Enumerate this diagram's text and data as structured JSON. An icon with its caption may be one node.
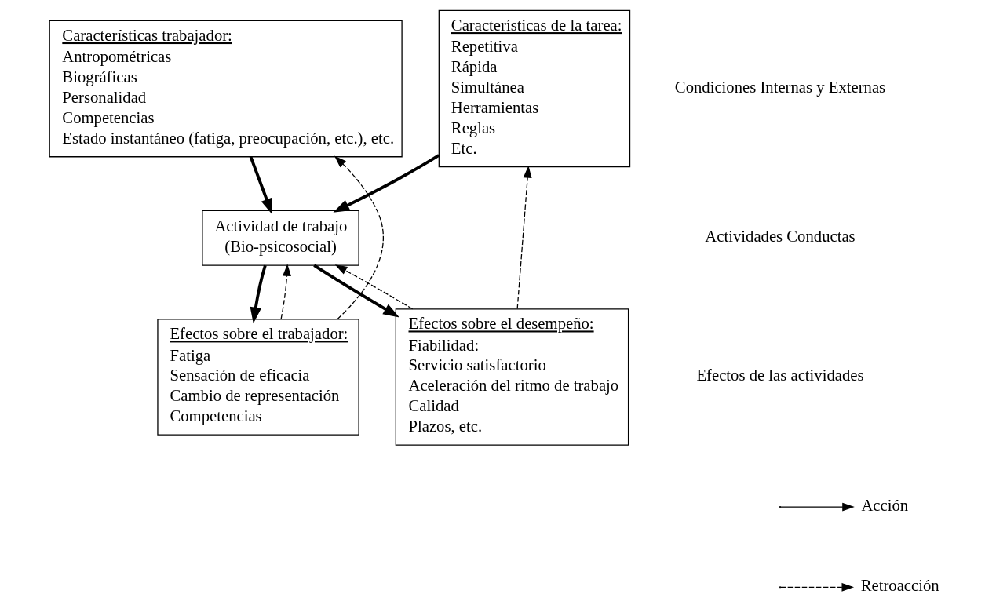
{
  "diagram": {
    "nodes": [
      {
        "text": [
          "Características trabajador:",
          "Antropométricas",
          "Biográficas",
          "Personalidad",
          "Competencias",
          "Estado instantáneo (fatiga, preocupación, etc.), etc."
        ]
      },
      {
        "text": [
          "Características de la tarea:",
          "Repetitiva",
          "Rápida",
          "Simultánea",
          "Herramientas",
          "Reglas",
          "Etc."
        ]
      },
      {
        "text": [
          "Actividad de trabajo",
          "(Bio-psicosocial)"
        ]
      },
      {
        "text": [
          "Efectos sobre el trabajador:",
          "Fatiga",
          "Sensación de eficacia",
          "Cambio de representación",
          "Competencias"
        ]
      },
      {
        "text": [
          "Efectos sobre el desempeño:",
          "Fiabilidad:",
          "Servicio satisfactorio",
          "Aceleración del ritmo de trabajo",
          "Calidad",
          "Plazos, etc."
        ]
      }
    ],
    "edges": [
      {
        "from": 0,
        "to": 2,
        "arrow": "to",
        "style": "thick"
      },
      {
        "from": 1,
        "to": 2,
        "arrow": "to",
        "style": "thick"
      },
      {
        "from": 2,
        "to": 3,
        "arrow": "to",
        "style": "thick"
      },
      {
        "from": 2,
        "to": 4,
        "arrow": "to",
        "style": "thick"
      },
      {
        "from": 3,
        "to": 0,
        "arrow": "to",
        "style": "dashed"
      },
      {
        "from": 3,
        "to": 2,
        "arrow": "to",
        "style": "dashed"
      },
      {
        "from": 4,
        "to": 1,
        "arrow": "to",
        "style": "dashed"
      },
      {
        "from": 4,
        "to": 2,
        "arrow": "to",
        "style": "dashed"
      }
    ],
    "labels": [
      "Condiciones Internas y Externas",
      "Actividades Conductas",
      "Efectos de las actividades"
    ],
    "legend": [
      {
        "text": "Acción"
      },
      {
        "text": "Retroacción"
      }
    ]
  }
}
